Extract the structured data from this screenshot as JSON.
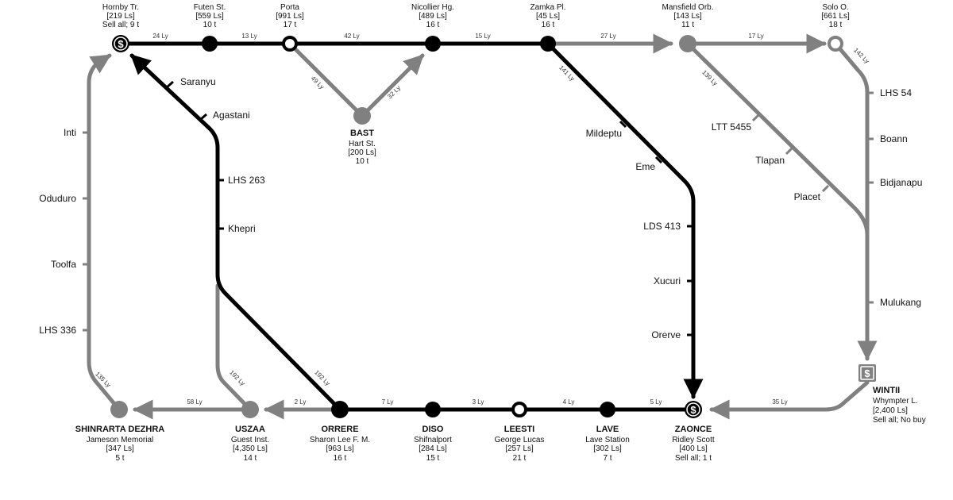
{
  "colors": {
    "primary": "#000000",
    "secondary": "#808080"
  },
  "top_stations": {
    "hornby": {
      "name": "Hornby Tr.",
      "dist": "[219 Ls]",
      "info": "Sell all; 9 t"
    },
    "futen": {
      "name": "Futen St.",
      "dist": "[559 Ls]",
      "info": "10 t"
    },
    "porta": {
      "name": "Porta",
      "dist": "[991 Ls]",
      "info": "17 t"
    },
    "nicollier": {
      "name": "Nicollier Hg.",
      "dist": "[489 Ls]",
      "info": "16 t"
    },
    "zamka": {
      "name": "Zamka Pl.",
      "dist": "[45 Ls]",
      "info": "16 t"
    },
    "mansfield": {
      "name": "Mansfield Orb.",
      "dist": "[143 Ls]",
      "info": "11 t"
    },
    "solo": {
      "name": "Solo O.",
      "dist": "[661 Ls]",
      "info": "18 t"
    }
  },
  "bast": {
    "system": "BAST",
    "name": "Hart St.",
    "dist": "[200 Ls]",
    "info": "10 t"
  },
  "bottom_stations": {
    "shinrarta": {
      "system": "SHINRARTA DEZHRA",
      "name": "Jameson Memorial",
      "dist": "[347 Ls]",
      "info": "5 t"
    },
    "uszaa": {
      "system": "USZAA",
      "name": "Guest Inst.",
      "dist": "[4,350 Ls]",
      "info": "14 t"
    },
    "orrere": {
      "system": "ORRERE",
      "name": "Sharon Lee F. M.",
      "dist": "[963 Ls]",
      "info": "16 t"
    },
    "diso": {
      "system": "DISO",
      "name": "Shifnalport",
      "dist": "[284 Ls]",
      "info": "15 t"
    },
    "leesti": {
      "system": "LEESTI",
      "name": "George Lucas",
      "dist": "[257 Ls]",
      "info": "21 t"
    },
    "lave": {
      "system": "LAVE",
      "name": "Lave Station",
      "dist": "[302 Ls]",
      "info": "7 t"
    },
    "zaonce": {
      "system": "ZAONCE",
      "name": "Ridley Scott",
      "dist": "[400 Ls]",
      "info": "Sell all; 1 t"
    }
  },
  "wintii": {
    "system": "WINTII",
    "name": "Whympter L.",
    "dist": "[2,400 Ls]",
    "info": "Sell all; No buy"
  },
  "waypoints": {
    "left": [
      "Inti",
      "Oduduro",
      "Toolfa",
      "LHS 336"
    ],
    "diag_upper": [
      "Saranyu",
      "Agastani"
    ],
    "mid": [
      "LHS 263",
      "Khepri"
    ],
    "diag_right": [
      "Mildeptu",
      "Eme"
    ],
    "right_vertical": [
      "LDS 413",
      "Xucuri",
      "Orerve"
    ],
    "mansfield_branch": [
      "LTT 5455",
      "Tlapan",
      "Placet"
    ],
    "far_right": [
      "LHS 54",
      "Boann",
      "Bidjanapu",
      "Mulukang"
    ]
  },
  "legs": {
    "hornby_futen": "24 Ly",
    "futen_porta": "13 Ly",
    "porta_nicollier": "42 Ly",
    "nicollier_zamka": "15 Ly",
    "zamka_mansfield": "27 Ly",
    "mansfield_solo": "17 Ly",
    "porta_bast": "49 Ly",
    "bast_nicollier": "32 Ly",
    "zamka_zaonce": "141 Ly",
    "mansfield_branch": "139 Ly",
    "solo_wintii": "142 Ly",
    "wintii_zaonce": "35 Ly",
    "zaonce_lave": "5 Ly",
    "lave_leesti": "4 Ly",
    "leesti_diso": "3 Ly",
    "diso_orrere": "7 Ly",
    "orrere_uszaa": "2 Ly",
    "uszaa_shinrarta": "58 Ly",
    "shinrarta_hornby": "135 Ly",
    "orrere_hornby": "192 Ly",
    "uszaa_up": "192 Ly"
  },
  "icons": {
    "credit_marker": "$"
  }
}
